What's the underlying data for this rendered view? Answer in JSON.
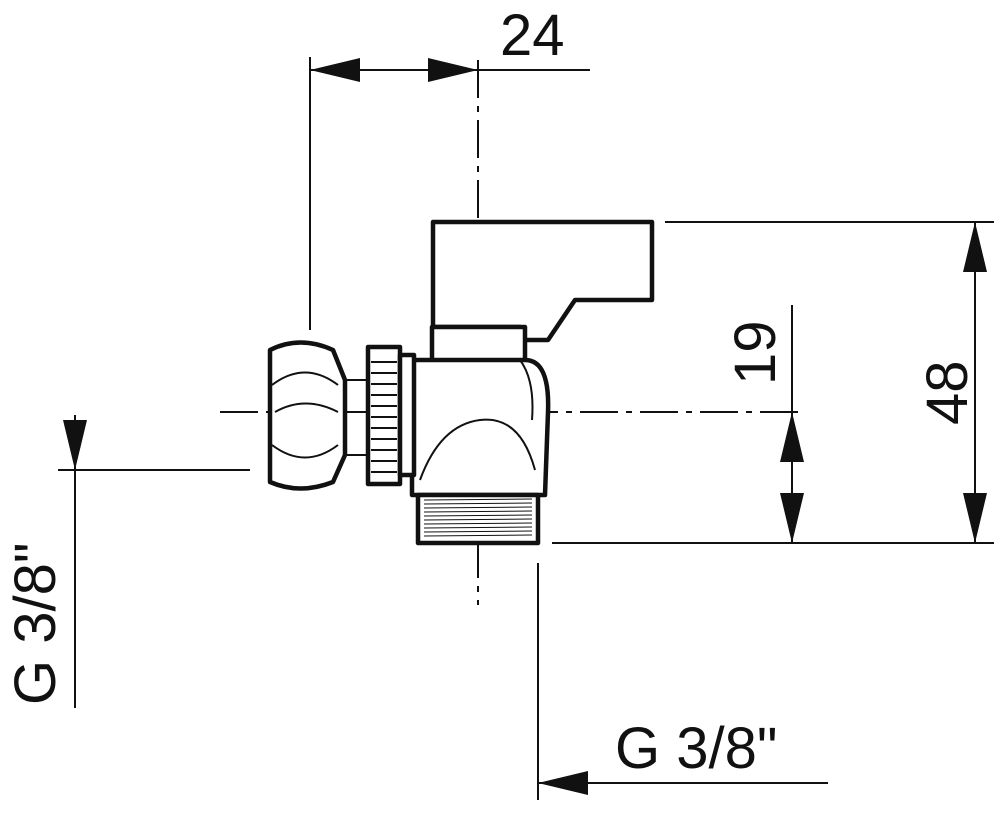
{
  "dimensions": {
    "horizontal_offset": "24",
    "thread_offset": "19",
    "overall_height": "48"
  },
  "threads": {
    "left_inlet": "G 3/8\"",
    "bottom_outlet": "G 3/8\""
  },
  "colors": {
    "line": "#111111",
    "background": "#ffffff"
  }
}
